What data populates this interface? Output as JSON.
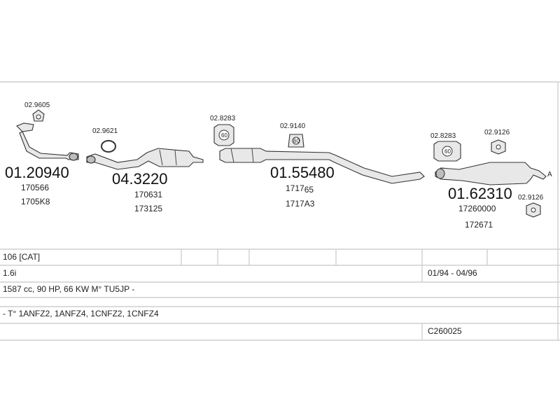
{
  "parts": {
    "manifold_clamp": "02.9605",
    "front_pipe": {
      "number": "01.20940",
      "ref1": "170566",
      "ref2": "1705K8"
    },
    "gasket_front": "02.9621",
    "catalyst": {
      "number": "04.3220",
      "ref1": "170631",
      "ref2": "173125"
    },
    "clamp_middle": "02.8283",
    "clamp_middle_ring": "60",
    "hanger_middle": "02.9140",
    "hanger_middle_ring": "60",
    "middle_pipe": {
      "number": "01.55480",
      "ref1": "1717",
      "ref1_tail": "65",
      "ref2": "1717A3"
    },
    "clamp_rear": "02.8283",
    "clamp_rear_ring": "60",
    "hanger_rear_top": "02.9126",
    "hanger_rear_bottom": "02.9126",
    "rear_silencer": {
      "number": "01.62310",
      "ref1": "17260000",
      "ref2": "172671"
    },
    "end_marker": "A"
  },
  "table": {
    "model": "106  [CAT]",
    "engine": "1.6i",
    "years": "01/94 - 04/96",
    "spec": "1587 cc, 90 HP, 66 KW  M° TU5JP -",
    "types": "- T° 1ANFZ2, 1ANFZ4, 1CNFZ2, 1CNFZ4",
    "code": "C260025"
  },
  "colors": {
    "frame": "#cfcfcf",
    "part": "#e8e8e8",
    "ink": "#333333"
  }
}
